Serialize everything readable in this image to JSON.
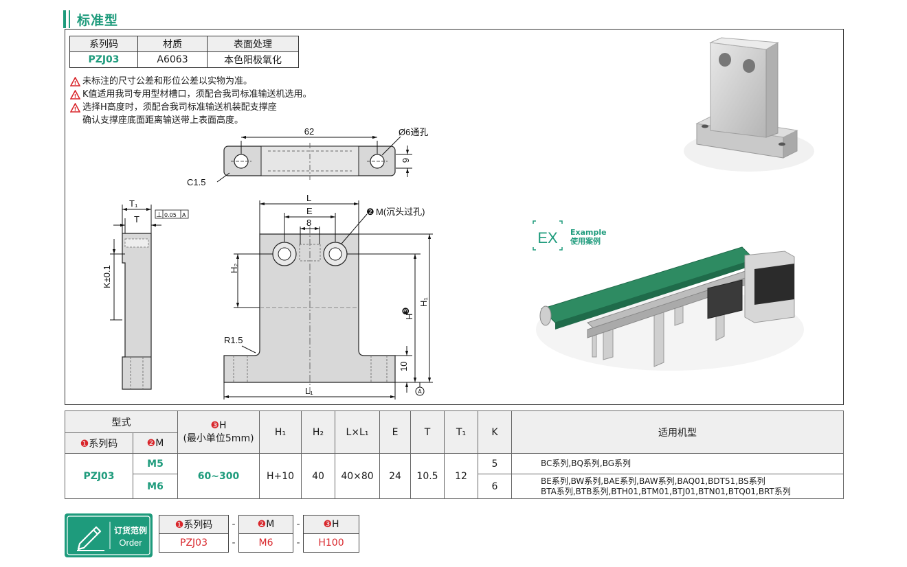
{
  "title": "标准型",
  "spec_table": {
    "headers": [
      "系列码",
      "材质",
      "表面处理"
    ],
    "row": [
      "PZJ03",
      "A6063",
      "本色阳极氧化"
    ]
  },
  "notes": [
    "未标注的尺寸公差和形位公差以实物为准。",
    "K值适用我司专用型材槽口，须配合我司标准输送机选用。",
    "选择H高度时，须配合我司标准输送机装配支撑座",
    "确认支撑座底面距离输送带上表面高度。"
  ],
  "drawing": {
    "top": {
      "dim_62": "62",
      "hole": "Ø6通孔",
      "chamfer": "C1.5",
      "dim_6": "6"
    },
    "side": {
      "t1": "T₁",
      "t": "T",
      "tol_sym": "⊥",
      "tol_val": "0.05",
      "tol_ref": "A",
      "k": "K±0.1"
    },
    "front": {
      "l": "L",
      "e": "E",
      "e8": "8",
      "m_label": "M(沉头过孔)",
      "h2": "H₂",
      "h": "H",
      "h1": "H₁",
      "r": "R1.5",
      "d10": "10",
      "l1": "L₁",
      "datum": "A"
    }
  },
  "example": {
    "ex": "EX",
    "label_en": "Example",
    "label_cn": "使用案例"
  },
  "models_table": {
    "header_type": "型式",
    "header_h": "H",
    "header_h_sub": "(最小单位5mm)",
    "header_series": "系列码",
    "header_m": "M",
    "cols": [
      "H₁",
      "H₂",
      "L×L₁",
      "E",
      "T",
      "T₁",
      "K",
      "适用机型"
    ],
    "series": "PZJ03",
    "m_values": [
      "M5",
      "M6"
    ],
    "h_range": "60~300",
    "h1": "H+10",
    "h2": "40",
    "lxl1": "40×80",
    "e": "24",
    "t": "10.5",
    "t1": "12",
    "k_values": [
      "5",
      "6"
    ],
    "applications": [
      "BC系列,BQ系列,BG系列",
      "BE系列,BW系列,BAE系列,BAW系列,BAQ01,BDT51,BS系列",
      "BTA系列,BTB系列,BTH01,BTM01,BTJ01,BTN01,BTQ01,BRT系列"
    ]
  },
  "order": {
    "label_cn": "订货范例",
    "label_en": "Order",
    "headers": [
      "系列码",
      "M",
      "H"
    ],
    "values": [
      "PZJ03",
      "M6",
      "H100"
    ],
    "sep": "-"
  },
  "markers": {
    "one": "❶",
    "two": "❷",
    "three": "❸"
  },
  "colors": {
    "accent": "#1e9b7c",
    "marker": "#d9262b"
  }
}
